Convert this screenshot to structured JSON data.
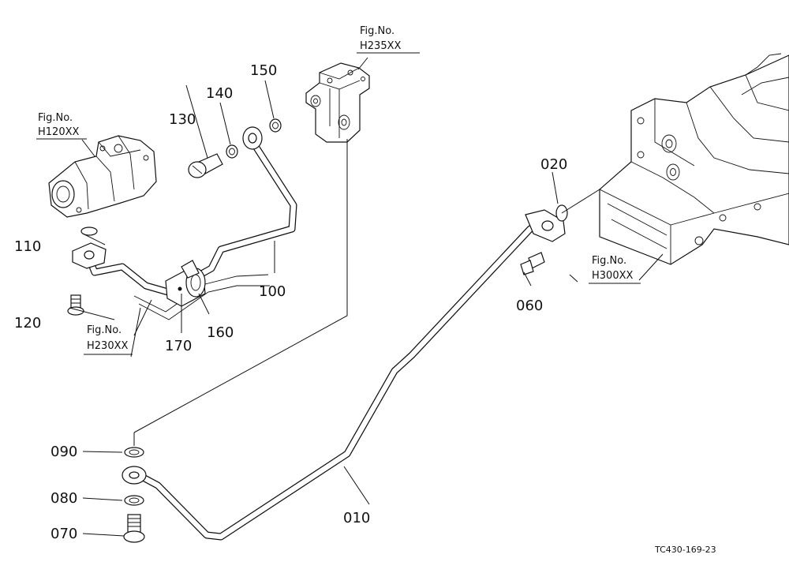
{
  "drawing_code": "TC430-169-23",
  "part_labels": {
    "p010": "010",
    "p020": "020",
    "p060": "060",
    "p070": "070",
    "p080": "080",
    "p090": "090",
    "p100": "100",
    "p110": "110",
    "p120": "120",
    "p130": "130",
    "p140": "140",
    "p150": "150",
    "p160": "160",
    "p170": "170"
  },
  "figure_refs": {
    "h120": {
      "caption": "Fig.No.",
      "ref": "H120XX"
    },
    "h235": {
      "caption": "Fig.No.",
      "ref": "H235XX"
    },
    "h230": {
      "caption": "Fig.No.",
      "ref": "H230XX"
    },
    "h300": {
      "caption": "Fig.No.",
      "ref": "H300XX"
    }
  }
}
